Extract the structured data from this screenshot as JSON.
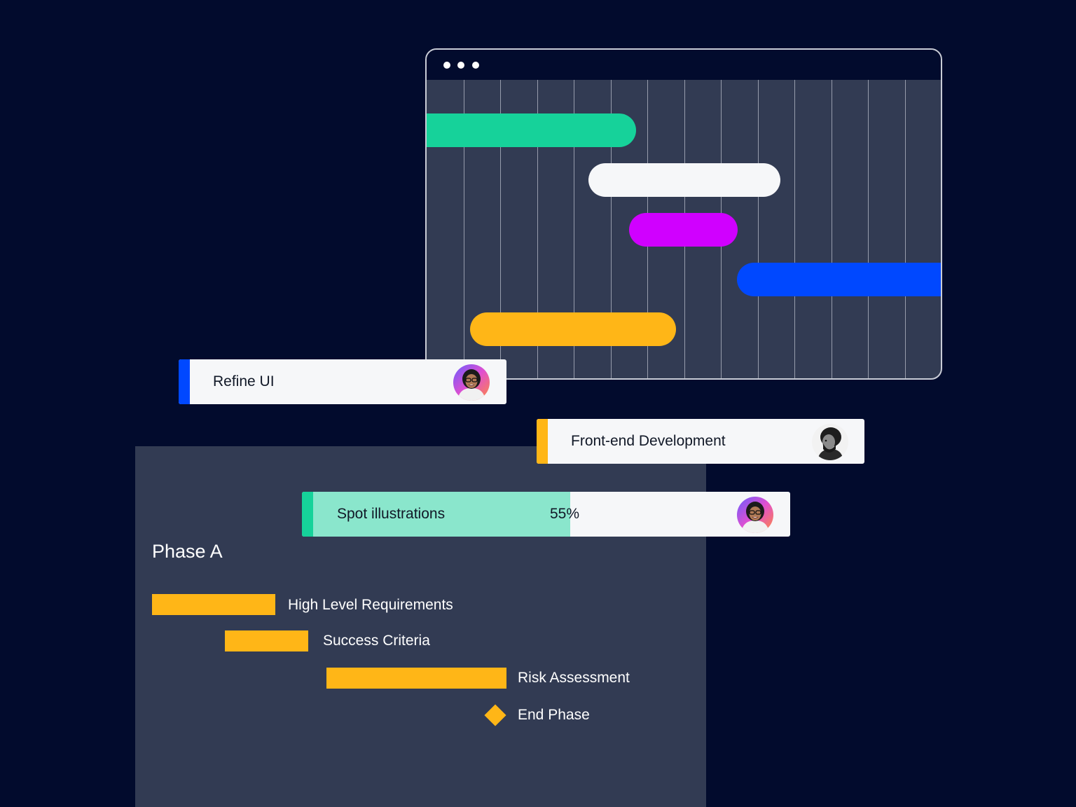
{
  "colors": {
    "background": "#020b2d",
    "panel": "#323b53",
    "green": "#16d29a",
    "white": "#f6f7f9",
    "magenta": "#d000ff",
    "blue": "#0048ff",
    "amber": "#ffb617",
    "mint": "#8ae6cc"
  },
  "cards": {
    "refine_ui": {
      "label": "Refine UI",
      "accent": "#0048ff",
      "avatar": "avatar-woman-icon"
    },
    "frontend": {
      "label": "Front-end Development",
      "accent": "#ffb617",
      "avatar": "avatar-man-icon"
    },
    "spot": {
      "label": "Spot illustrations",
      "progress_text": "55%",
      "progress": 0.55,
      "accent": "#16d29a",
      "avatar": "avatar-woman-icon"
    }
  },
  "phase": {
    "title": "Phase A",
    "tasks": [
      {
        "label": "High Level Requirements"
      },
      {
        "label": "Success Criteria"
      },
      {
        "label": "Risk Assessment"
      }
    ],
    "milestone": {
      "label": "End Phase"
    }
  }
}
